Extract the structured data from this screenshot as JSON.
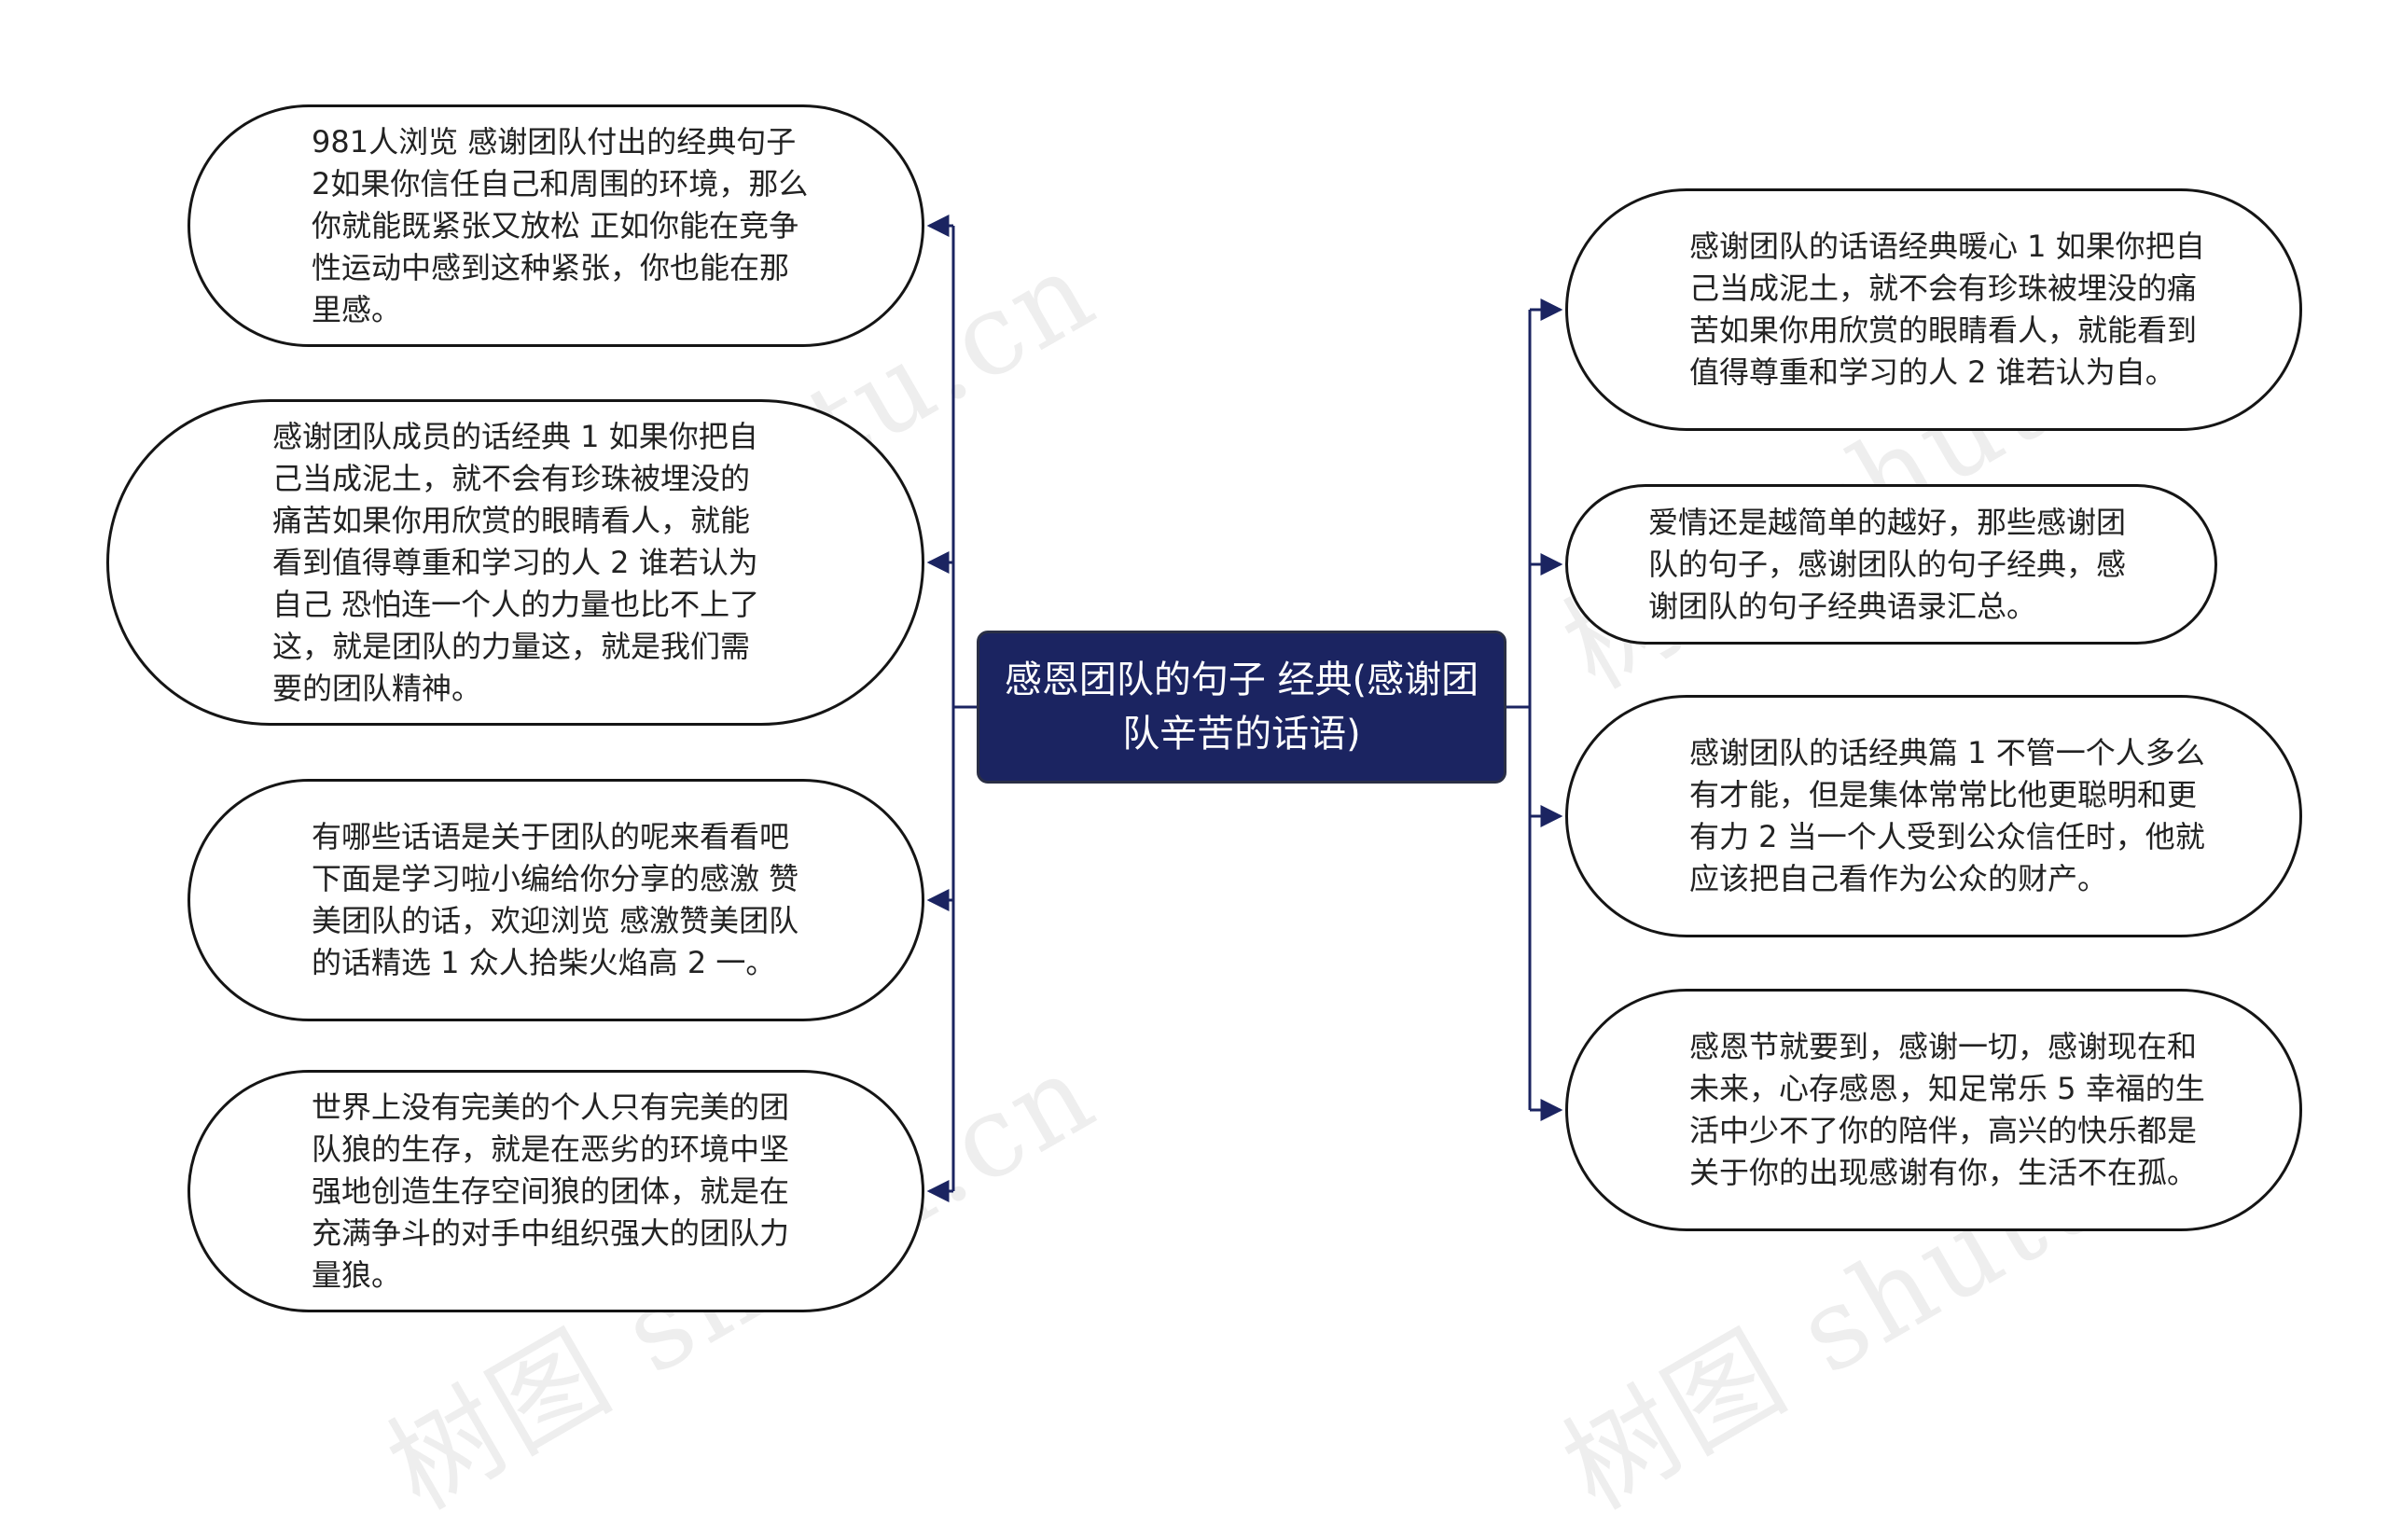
{
  "watermark": "树图 shutu.cn",
  "colors": {
    "center_fill": "#1b2461",
    "center_text": "#ffffff",
    "node_border": "#151515",
    "connector": "#1b2461",
    "watermark": "#a0a0a0"
  },
  "center": {
    "text": "感恩团队的句子 经典(感谢团队辛苦的话语)"
  },
  "left_nodes": [
    {
      "text": "981人浏览 感谢团队付出的经典句子 2如果你信任自己和周围的环境，那么你就能既紧张又放松 正如你能在竞争性运动中感到这种紧张，你也能在那里感。"
    },
    {
      "text": "感谢团队成员的话经典 1 如果你把自己当成泥土，就不会有珍珠被埋没的痛苦如果你用欣赏的眼睛看人，就能看到值得尊重和学习的人 2 谁若认为自己 恐怕连一个人的力量也比不上了这，就是团队的力量这，就是我们需要的团队精神。"
    },
    {
      "text": "有哪些话语是关于团队的呢来看看吧下面是学习啦小编给你分享的感激 赞美团队的话，欢迎浏览 感激赞美团队的话精选 1 众人拾柴火焰高 2 一。"
    },
    {
      "text": "世界上没有完美的个人只有完美的团队狼的生存，就是在恶劣的环境中坚强地创造生存空间狼的团体，就是在充满争斗的对手中组织强大的团队力量狼。"
    }
  ],
  "right_nodes": [
    {
      "text": "感谢团队的话语经典暖心 1 如果你把自己当成泥土，就不会有珍珠被埋没的痛苦如果你用欣赏的眼睛看人，就能看到值得尊重和学习的人 2 谁若认为自。"
    },
    {
      "text": "爱情还是越简单的越好，那些感谢团队的句子，感谢团队的句子经典，感谢团队的句子经典语录汇总。"
    },
    {
      "text": "感谢团队的话经典篇 1 不管一个人多么有才能，但是集体常常比他更聪明和更有力 2 当一个人受到公众信任时，他就应该把自己看作为公众的财产。"
    },
    {
      "text": "感恩节就要到，感谢一切，感谢现在和未来，心存感恩，知足常乐 5 幸福的生活中少不了你的陪伴，高兴的快乐都是关于你的出现感谢有你，生活不在孤。"
    }
  ]
}
